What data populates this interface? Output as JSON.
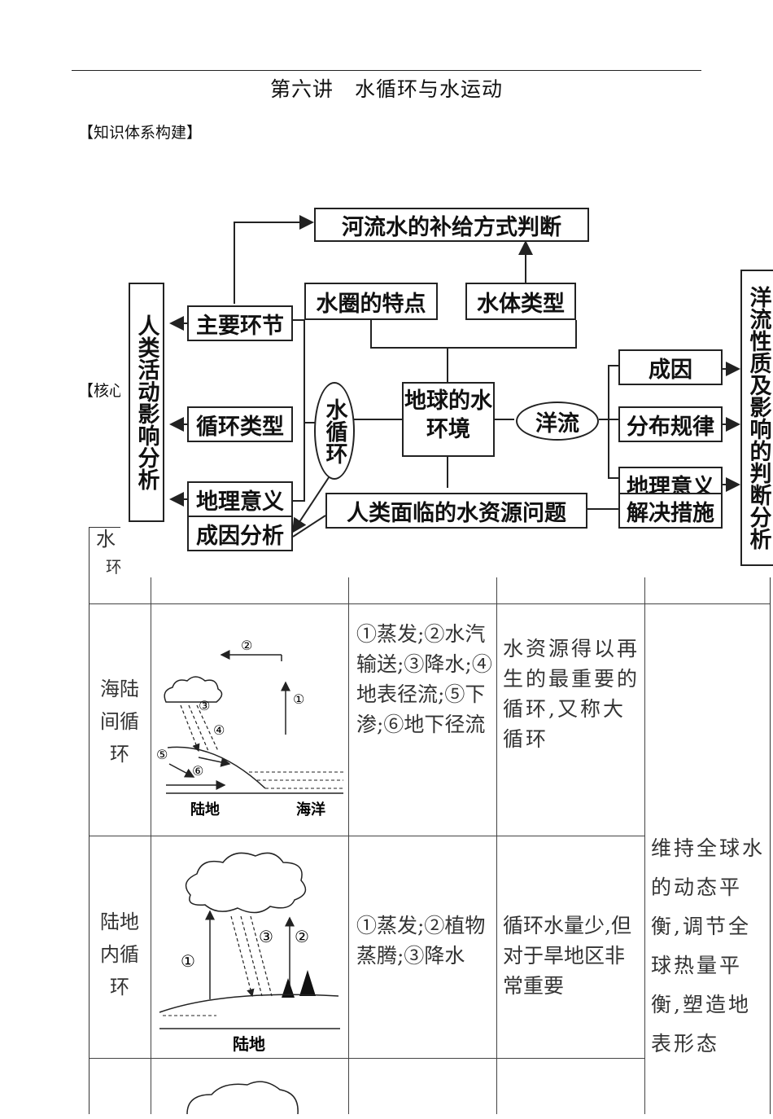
{
  "doc": {
    "title": "第六讲　水循环与水运动",
    "section1": "【知识体系构建】",
    "section2": "【核心要点突破】"
  },
  "mindmap": {
    "river_supply": "河流水的补给方式判断",
    "hydrosphere": "水圈的特点",
    "water_types": "水体类型",
    "main_links": "主要环节",
    "cycle_types": "循环类型",
    "geo_meaning_left": "地理意义",
    "cause_analysis": "成因分析",
    "human_impact": "人类活动影响分析",
    "water_cycle": "水循环",
    "core": "地球的水环境",
    "ocean_current": "洋流",
    "cause": "成因",
    "distribution": "分布规律",
    "geo_meaning_right": "地理意义",
    "measures": "解决措施",
    "human_problems": "人类面临的水资源问题",
    "current_analysis": "洋流性质及影响的判断分析"
  },
  "table": {
    "header_fragment": "水",
    "header_fragment2": "环",
    "rows": [
      {
        "name": "海陆间循环",
        "links": "①蒸发;②水汽输送;③降水;④地表径流;⑤下渗;⑥地下径流",
        "feature": "水资源得以再生的最重要的循环,又称大循环",
        "diagram_labels": {
          "land": "陆地",
          "ocean": "海洋",
          "n1": "①",
          "n2": "②",
          "n3": "③",
          "n4": "④",
          "n5": "⑤",
          "n6": "⑥"
        }
      },
      {
        "name": "陆地内循环",
        "links": "①蒸发;②植物蒸腾;③降水",
        "feature": "循环水量少,但对于旱地区非常重要",
        "diagram_labels": {
          "land": "陆地",
          "n1": "①",
          "n2": "②",
          "n3": "③"
        }
      }
    ],
    "significance": "维持全球水的动态平衡,调节全球热量平衡,塑造地表形态"
  }
}
